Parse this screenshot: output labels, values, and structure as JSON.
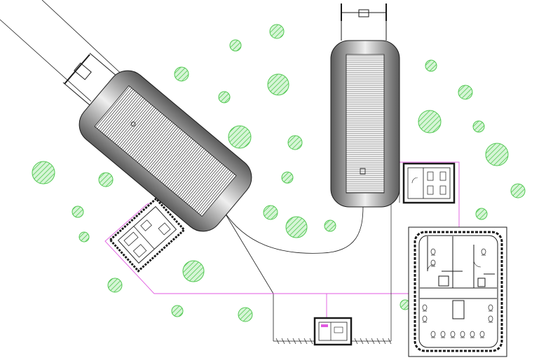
{
  "drawing": {
    "colors": {
      "background": "#ffffff",
      "line": "#1a1a1a",
      "tree_fill": "#c8f0c8",
      "tree_hatch": "#5fd35f",
      "service_line": "#e05ae0",
      "roof_light": "#f2f2f2",
      "roof_dark": "#7a7a7a"
    },
    "trees": {
      "count": 31
    },
    "buildings": [
      {
        "id": "pod-north",
        "kind": "capsule",
        "rotation": 0
      },
      {
        "id": "pod-west",
        "kind": "capsule",
        "rotation": -50
      }
    ],
    "small_units": [
      {
        "id": "utility-box-east",
        "kind": "service-box"
      },
      {
        "id": "utility-box-west",
        "kind": "service-box",
        "rotation": -50
      },
      {
        "id": "utility-box-south",
        "kind": "service-box"
      }
    ],
    "large_unit": {
      "id": "washroom-block",
      "kind": "sanitary-block"
    },
    "icons": [
      "tree-symbol-icon",
      "toilet-fixture-icon",
      "door-swing-icon"
    ]
  }
}
